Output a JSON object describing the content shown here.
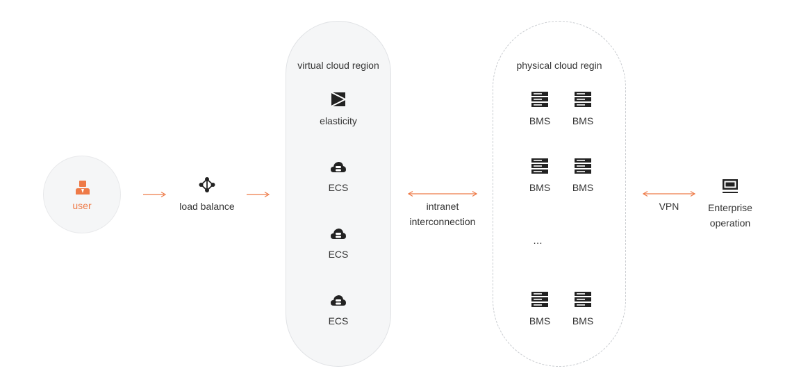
{
  "user": {
    "label": "user"
  },
  "load_balance": {
    "label": "load balance"
  },
  "virtual_region": {
    "title": "virtual cloud region",
    "elasticity_label": "elasticity",
    "ecs_labels": [
      "ECS",
      "ECS",
      "ECS"
    ]
  },
  "intranet": {
    "line1": "intranet",
    "line2": "interconnection"
  },
  "physical_region": {
    "title": "physical cloud regin",
    "bms_labels": [
      "BMS",
      "BMS",
      "BMS",
      "BMS",
      "BMS",
      "BMS"
    ],
    "ellipsis": "…"
  },
  "vpn": {
    "label": "VPN"
  },
  "enterprise": {
    "line1": "Enterprise",
    "line2": "operation"
  },
  "colors": {
    "accent": "#ee7a47",
    "icon": "#222222",
    "region_fill": "#f5f6f7",
    "border": "#c9ccd0"
  },
  "icons": {
    "user": "user-icon",
    "load_balance": "load-balance-icon",
    "elasticity": "elasticity-icon",
    "ecs": "cloud-server-icon",
    "bms": "server-rack-icon",
    "enterprise": "monitor-icon"
  }
}
